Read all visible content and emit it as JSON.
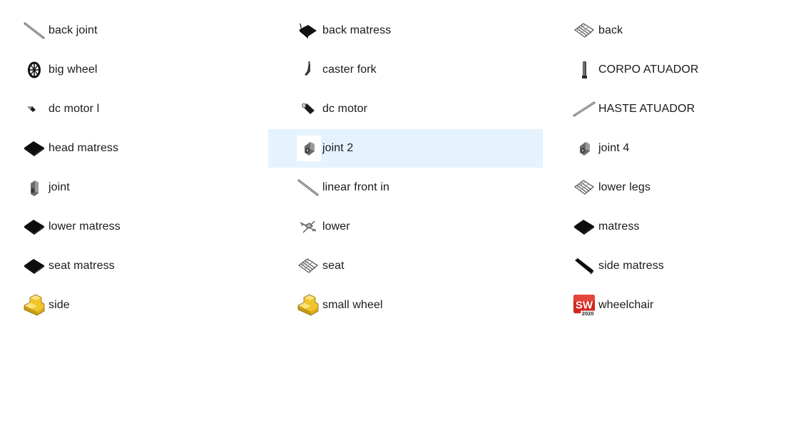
{
  "files": [
    {
      "name": "back joint",
      "icon": "rod-part-icon"
    },
    {
      "name": "back matress",
      "icon": "black-pad-angled-icon"
    },
    {
      "name": "back",
      "icon": "frame-grid-icon"
    },
    {
      "name": "big wheel",
      "icon": "wheel-icon"
    },
    {
      "name": "caster fork",
      "icon": "caster-fork-icon"
    },
    {
      "name": "CORPO ATUADOR",
      "icon": "actuator-body-icon"
    },
    {
      "name": "dc motor l",
      "icon": "small-motor-icon"
    },
    {
      "name": "dc motor",
      "icon": "motor-icon"
    },
    {
      "name": "HASTE ATUADOR",
      "icon": "long-rod-icon"
    },
    {
      "name": "head matress",
      "icon": "black-pad-icon"
    },
    {
      "name": "joint 2",
      "icon": "joint-part-icon"
    },
    {
      "name": "joint 4",
      "icon": "joint-part-icon"
    },
    {
      "name": "joint",
      "icon": "joint-vertical-icon"
    },
    {
      "name": "linear front in",
      "icon": "rod-part-icon"
    },
    {
      "name": "lower legs",
      "icon": "frame-grid-icon"
    },
    {
      "name": "lower matress",
      "icon": "black-pad-icon"
    },
    {
      "name": "lower",
      "icon": "frame-assembly-icon"
    },
    {
      "name": "matress",
      "icon": "black-pad-icon"
    },
    {
      "name": "seat matress",
      "icon": "black-pad-icon"
    },
    {
      "name": "seat",
      "icon": "frame-grid-icon"
    },
    {
      "name": "side matress",
      "icon": "black-bar-icon"
    },
    {
      "name": "side",
      "icon": "yellow-block-icon"
    },
    {
      "name": "small wheel",
      "icon": "yellow-block-icon"
    },
    {
      "name": "wheelchair",
      "icon": "solidworks-2020-icon"
    }
  ],
  "selected_index": 10,
  "colors": {
    "selection_background": "#e5f3fe",
    "text": "#1a1a1a",
    "yellow_part": "#f2c42c",
    "solidworks_red": "#d0261f"
  },
  "solidworks_badge": {
    "letters": "SW",
    "year": "2020"
  }
}
